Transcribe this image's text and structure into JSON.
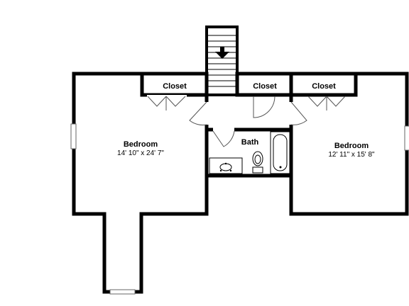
{
  "rooms": {
    "bedroom_left": {
      "name": "Bedroom",
      "dims": "14' 10\" x 24' 7\""
    },
    "bedroom_right": {
      "name": "Bedroom",
      "dims": "12' 11\" x 15' 8\""
    },
    "bath": {
      "name": "Bath"
    },
    "closet_left": {
      "name": "Closet"
    },
    "closet_center": {
      "name": "Closet"
    },
    "closet_right": {
      "name": "Closet"
    }
  },
  "icons": {
    "stair_arrow": "down-arrow-icon"
  }
}
